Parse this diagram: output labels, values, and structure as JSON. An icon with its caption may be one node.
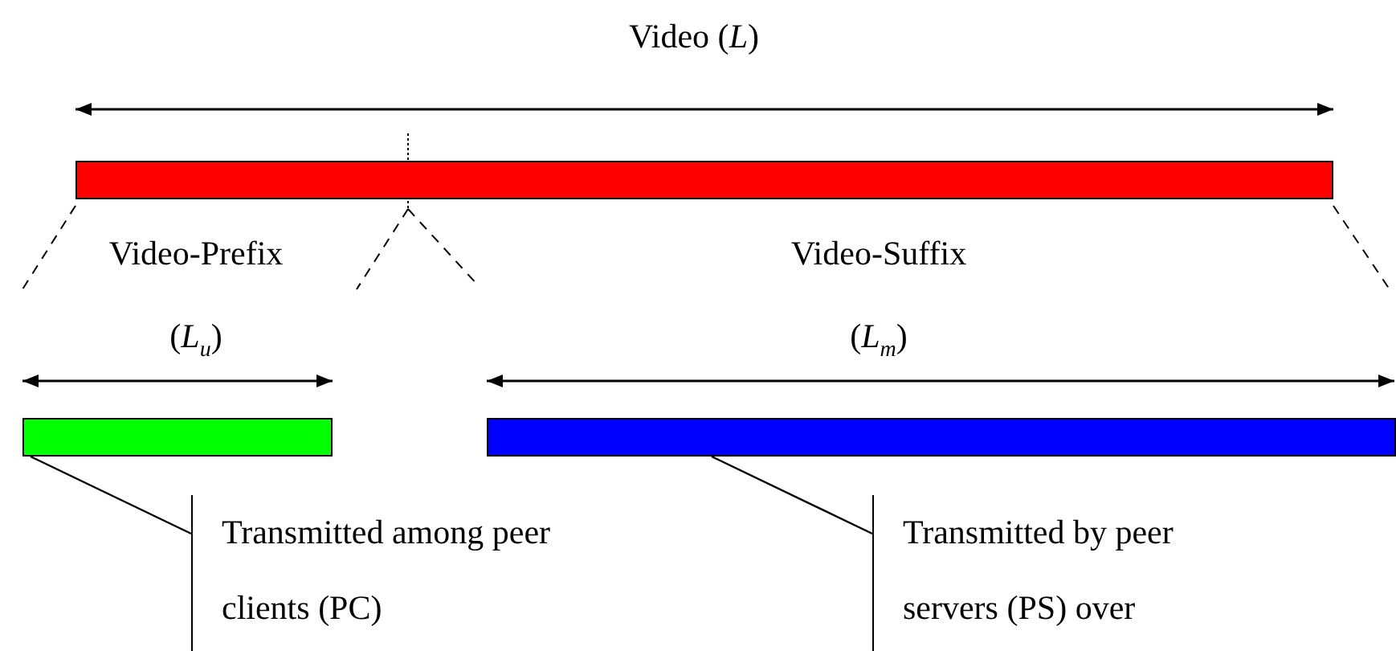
{
  "diagram": {
    "nodes": [
      {
        "text": [],
        "shape": "bar"
      },
      {
        "text": [],
        "shape": "bar"
      },
      {
        "text": [],
        "shape": "bar"
      },
      {
        "text": [
          "Transmitted among peer clients (PC)"
        ]
      },
      {
        "text": [
          "Transmitted by peer servers (PS) over"
        ]
      }
    ],
    "edges": [
      {
        "from": 3,
        "to": 1,
        "arrow": "none"
      },
      {
        "from": 4,
        "to": 2,
        "arrow": "none"
      }
    ],
    "labels": [
      "Video (*L*)",
      "Video-Prefix",
      "Video-Suffix",
      "(*L*$_{u}$)",
      "(*L*$_{m}$)"
    ]
  }
}
